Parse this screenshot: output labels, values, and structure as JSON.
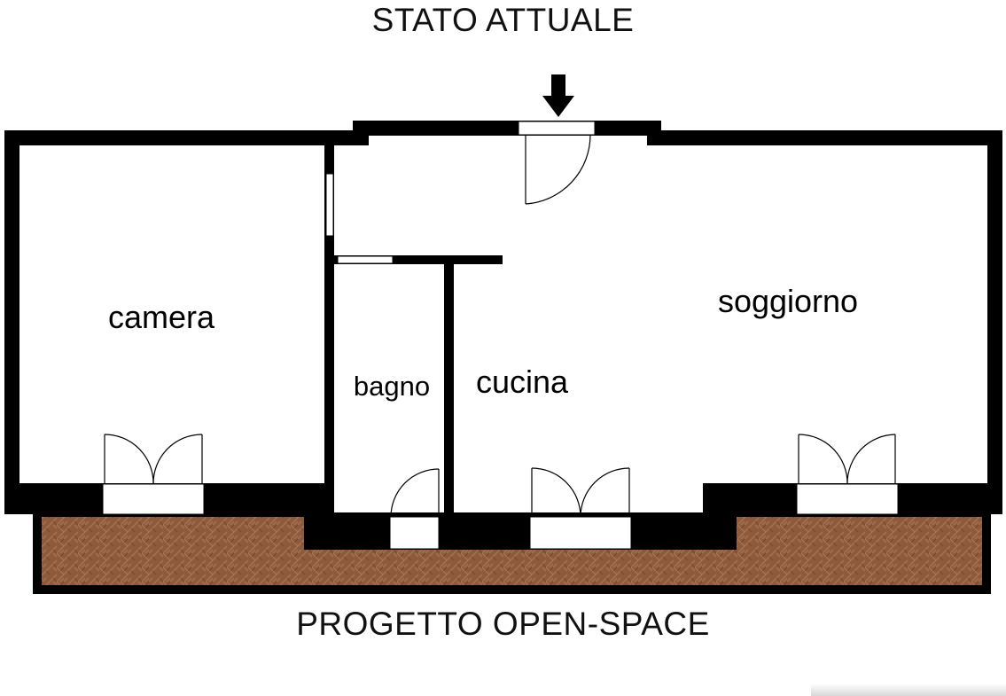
{
  "header": {
    "title": "STATO ATTUALE"
  },
  "footer": {
    "title": "PROGETTO OPEN-SPACE"
  },
  "rooms": {
    "camera": "camera",
    "bagno": "bagno",
    "cucina": "cucina",
    "soggiorno": "soggiorno"
  },
  "colors": {
    "wall": "#000000",
    "terrace": "#8d5a3b",
    "terrace_line": "#a67456",
    "background": "#ffffff"
  },
  "icons": {
    "entrance_marker": "arrow-down-icon"
  }
}
